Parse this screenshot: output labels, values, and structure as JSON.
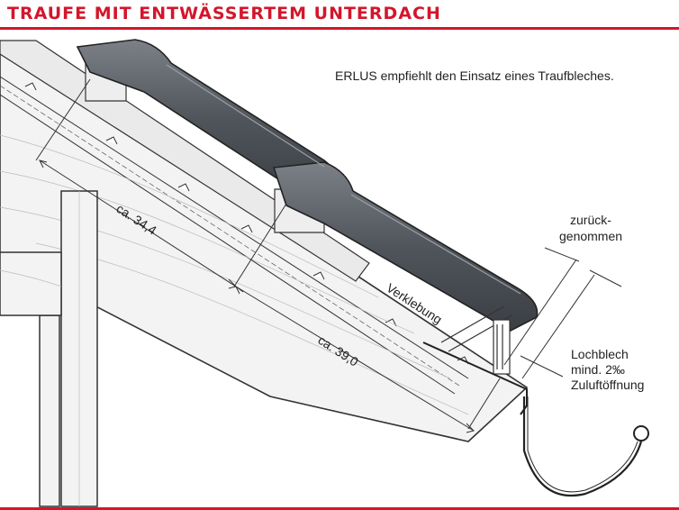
{
  "header": {
    "title": "TRAUFE MIT ENTWÄSSERTEM UNTERDACH",
    "accent_color": "#d3162b"
  },
  "diagram": {
    "note": "ERLUS empfiehlt den Einsatz eines Traufbleches.",
    "dimension_upper": "ca. 34,4",
    "dimension_lower": "ca. 39,0",
    "label_sealing": "Verklebung",
    "label_setback_line1": "zurück-",
    "label_setback_line2": "genommen",
    "label_vent_line1": "Lochblech",
    "label_vent_line2": "mind. 2‰",
    "label_vent_line3": "Zuluftöffnung",
    "colors": {
      "tile": "#555a60",
      "tile_outline": "#222222",
      "timber": "#f2f2f2",
      "line": "#333333"
    }
  }
}
